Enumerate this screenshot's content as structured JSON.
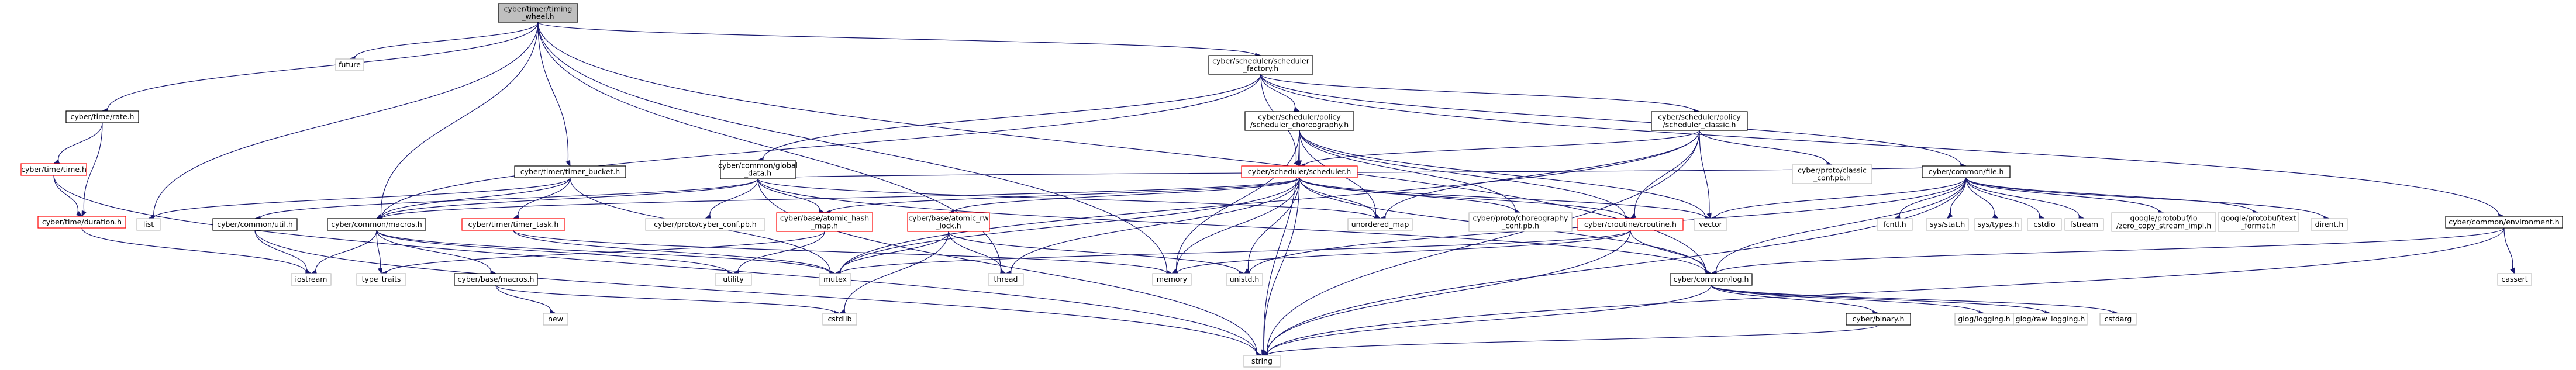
{
  "graph": {
    "nodes": [
      {
        "id": "tw",
        "lines": [
          "cyber/timer/timing",
          "_wheel.h"
        ],
        "style": "root"
      },
      {
        "id": "future",
        "lines": [
          "future"
        ],
        "style": "plain"
      },
      {
        "id": "sf",
        "lines": [
          "cyber/scheduler/scheduler",
          "_factory.h"
        ],
        "style": "normal"
      },
      {
        "id": "rate",
        "lines": [
          "cyber/time/rate.h"
        ],
        "style": "normal"
      },
      {
        "id": "chor",
        "lines": [
          "cyber/scheduler/policy",
          "/scheduler_choreography.h"
        ],
        "style": "normal"
      },
      {
        "id": "classic",
        "lines": [
          "cyber/scheduler/policy",
          "/scheduler_classic.h"
        ],
        "style": "normal"
      },
      {
        "id": "timeh",
        "lines": [
          "cyber/time/time.h"
        ],
        "style": "red"
      },
      {
        "id": "tbucket",
        "lines": [
          "cyber/timer/timer_bucket.h"
        ],
        "style": "normal"
      },
      {
        "id": "global",
        "lines": [
          "cyber/common/global",
          "_data.h"
        ],
        "style": "normal"
      },
      {
        "id": "sched",
        "lines": [
          "cyber/scheduler/scheduler.h"
        ],
        "style": "red"
      },
      {
        "id": "classicconf",
        "lines": [
          "cyber/proto/classic",
          "_conf.pb.h"
        ],
        "style": "plain"
      },
      {
        "id": "file",
        "lines": [
          "cyber/common/file.h"
        ],
        "style": "normal"
      },
      {
        "id": "duration",
        "lines": [
          "cyber/time/duration.h"
        ],
        "style": "red"
      },
      {
        "id": "list",
        "lines": [
          "list"
        ],
        "style": "plain"
      },
      {
        "id": "util",
        "lines": [
          "cyber/common/util.h"
        ],
        "style": "normal"
      },
      {
        "id": "macros",
        "lines": [
          "cyber/common/macros.h"
        ],
        "style": "normal"
      },
      {
        "id": "ttask",
        "lines": [
          "cyber/timer/timer_task.h"
        ],
        "style": "red"
      },
      {
        "id": "cyberconf",
        "lines": [
          "cyber/proto/cyber_conf.pb.h"
        ],
        "style": "plain"
      },
      {
        "id": "ahash",
        "lines": [
          "cyber/base/atomic_hash",
          "_map.h"
        ],
        "style": "red"
      },
      {
        "id": "arw",
        "lines": [
          "cyber/base/atomic_rw",
          "_lock.h"
        ],
        "style": "red"
      },
      {
        "id": "umap",
        "lines": [
          "unordered_map"
        ],
        "style": "plain"
      },
      {
        "id": "chorconf",
        "lines": [
          "cyber/proto/choreography",
          "_conf.pb.h"
        ],
        "style": "plain"
      },
      {
        "id": "routine",
        "lines": [
          "cyber/croutine/croutine.h"
        ],
        "style": "red"
      },
      {
        "id": "vector",
        "lines": [
          "vector"
        ],
        "style": "plain"
      },
      {
        "id": "fcntl",
        "lines": [
          "fcntl.h"
        ],
        "style": "plain"
      },
      {
        "id": "sysstat",
        "lines": [
          "sys/stat.h"
        ],
        "style": "plain"
      },
      {
        "id": "systypes",
        "lines": [
          "sys/types.h"
        ],
        "style": "plain"
      },
      {
        "id": "cstdio",
        "lines": [
          "cstdio"
        ],
        "style": "plain"
      },
      {
        "id": "fstream",
        "lines": [
          "fstream"
        ],
        "style": "plain"
      },
      {
        "id": "zcs",
        "lines": [
          "google/protobuf/io",
          "/zero_copy_stream_impl.h"
        ],
        "style": "plain"
      },
      {
        "id": "tformat",
        "lines": [
          "google/protobuf/text",
          "_format.h"
        ],
        "style": "plain"
      },
      {
        "id": "dirent",
        "lines": [
          "dirent.h"
        ],
        "style": "plain"
      },
      {
        "id": "env",
        "lines": [
          "cyber/common/environment.h"
        ],
        "style": "normal"
      },
      {
        "id": "iostream",
        "lines": [
          "iostream"
        ],
        "style": "plain"
      },
      {
        "id": "typetraits",
        "lines": [
          "type_traits"
        ],
        "style": "plain"
      },
      {
        "id": "basemacros",
        "lines": [
          "cyber/base/macros.h"
        ],
        "style": "normal"
      },
      {
        "id": "utility",
        "lines": [
          "utility"
        ],
        "style": "plain"
      },
      {
        "id": "mutex",
        "lines": [
          "mutex"
        ],
        "style": "plain"
      },
      {
        "id": "thread",
        "lines": [
          "thread"
        ],
        "style": "plain"
      },
      {
        "id": "memory",
        "lines": [
          "memory"
        ],
        "style": "plain"
      },
      {
        "id": "unistd",
        "lines": [
          "unistd.h"
        ],
        "style": "plain"
      },
      {
        "id": "log",
        "lines": [
          "cyber/common/log.h"
        ],
        "style": "normal"
      },
      {
        "id": "cassert",
        "lines": [
          "cassert"
        ],
        "style": "plain"
      },
      {
        "id": "new",
        "lines": [
          "new"
        ],
        "style": "plain"
      },
      {
        "id": "cstdlib",
        "lines": [
          "cstdlib"
        ],
        "style": "plain"
      },
      {
        "id": "binary",
        "lines": [
          "cyber/binary.h"
        ],
        "style": "normal"
      },
      {
        "id": "glog",
        "lines": [
          "glog/logging.h"
        ],
        "style": "plain"
      },
      {
        "id": "glograw",
        "lines": [
          "glog/raw_logging.h"
        ],
        "style": "plain"
      },
      {
        "id": "cstdarg",
        "lines": [
          "cstdarg"
        ],
        "style": "plain"
      },
      {
        "id": "string",
        "lines": [
          "string"
        ],
        "style": "plain"
      }
    ],
    "edges": [
      [
        "tw",
        "future"
      ],
      [
        "tw",
        "sf"
      ],
      [
        "tw",
        "rate"
      ],
      [
        "tw",
        "tbucket"
      ],
      [
        "tw",
        "list"
      ],
      [
        "tw",
        "macros"
      ],
      [
        "tw",
        "thread"
      ],
      [
        "tw",
        "memory"
      ],
      [
        "tw",
        "log"
      ],
      [
        "rate",
        "timeh"
      ],
      [
        "rate",
        "duration"
      ],
      [
        "timeh",
        "duration"
      ],
      [
        "timeh",
        "string"
      ],
      [
        "duration",
        "iostream"
      ],
      [
        "sf",
        "chor"
      ],
      [
        "sf",
        "classic"
      ],
      [
        "sf",
        "global"
      ],
      [
        "sf",
        "file"
      ],
      [
        "sf",
        "env"
      ],
      [
        "sf",
        "sched"
      ],
      [
        "sf",
        "macros"
      ],
      [
        "chor",
        "sched"
      ],
      [
        "chor",
        "umap"
      ],
      [
        "chor",
        "chorconf"
      ],
      [
        "chor",
        "routine"
      ],
      [
        "chor",
        "vector"
      ],
      [
        "chor",
        "memory"
      ],
      [
        "chor",
        "string"
      ],
      [
        "classic",
        "sched"
      ],
      [
        "classic",
        "classicconf"
      ],
      [
        "classic",
        "routine"
      ],
      [
        "classic",
        "vector"
      ],
      [
        "classic",
        "umap"
      ],
      [
        "classic",
        "mutex"
      ],
      [
        "classic",
        "string"
      ],
      [
        "tbucket",
        "ttask"
      ],
      [
        "tbucket",
        "list"
      ],
      [
        "tbucket",
        "mutex"
      ],
      [
        "tbucket",
        "macros"
      ],
      [
        "global",
        "util"
      ],
      [
        "global",
        "macros"
      ],
      [
        "global",
        "cyberconf"
      ],
      [
        "global",
        "ahash"
      ],
      [
        "global",
        "umap"
      ],
      [
        "global",
        "file"
      ],
      [
        "global",
        "log"
      ],
      [
        "global",
        "string"
      ],
      [
        "sched",
        "ahash"
      ],
      [
        "sched",
        "arw"
      ],
      [
        "sched",
        "umap"
      ],
      [
        "sched",
        "chorconf"
      ],
      [
        "sched",
        "routine"
      ],
      [
        "sched",
        "vector"
      ],
      [
        "sched",
        "macros"
      ],
      [
        "sched",
        "log"
      ],
      [
        "sched",
        "memory"
      ],
      [
        "sched",
        "mutex"
      ],
      [
        "sched",
        "thread"
      ],
      [
        "sched",
        "unistd"
      ],
      [
        "sched",
        "string"
      ],
      [
        "file",
        "fcntl"
      ],
      [
        "file",
        "sysstat"
      ],
      [
        "file",
        "systypes"
      ],
      [
        "file",
        "cstdio"
      ],
      [
        "file",
        "fstream"
      ],
      [
        "file",
        "zcs"
      ],
      [
        "file",
        "tformat"
      ],
      [
        "file",
        "dirent"
      ],
      [
        "file",
        "log"
      ],
      [
        "file",
        "vector"
      ],
      [
        "file",
        "string"
      ],
      [
        "file",
        "unistd"
      ],
      [
        "env",
        "log"
      ],
      [
        "env",
        "cassert"
      ],
      [
        "env",
        "string"
      ],
      [
        "util",
        "iostream"
      ],
      [
        "util",
        "string"
      ],
      [
        "macros",
        "iostream"
      ],
      [
        "macros",
        "typetraits"
      ],
      [
        "macros",
        "utility"
      ],
      [
        "macros",
        "basemacros"
      ],
      [
        "macros",
        "mutex"
      ],
      [
        "ahash",
        "typetraits"
      ],
      [
        "ahash",
        "utility"
      ],
      [
        "arw",
        "mutex"
      ],
      [
        "arw",
        "thread"
      ],
      [
        "arw",
        "cstdlib"
      ],
      [
        "arw",
        "unistd"
      ],
      [
        "ttask",
        "memory"
      ],
      [
        "ttask",
        "mutex"
      ],
      [
        "routine",
        "log"
      ],
      [
        "routine",
        "memory"
      ],
      [
        "routine",
        "mutex"
      ],
      [
        "routine",
        "string"
      ],
      [
        "basemacros",
        "new"
      ],
      [
        "basemacros",
        "cstdlib"
      ],
      [
        "log",
        "binary"
      ],
      [
        "log",
        "glog"
      ],
      [
        "log",
        "glograw"
      ],
      [
        "log",
        "cstdarg"
      ],
      [
        "log",
        "string"
      ],
      [
        "binary",
        "string"
      ]
    ]
  }
}
